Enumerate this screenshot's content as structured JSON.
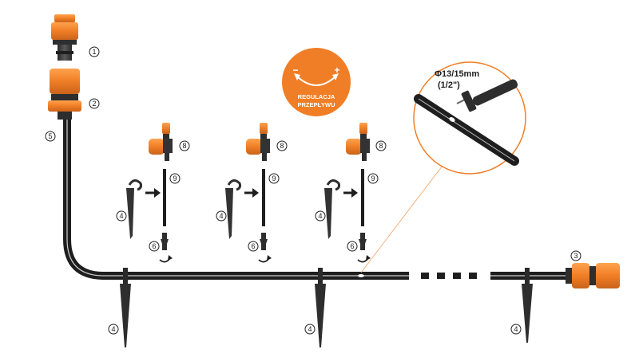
{
  "callout_numbers": {
    "n1": "1",
    "n2": "2",
    "n3": "3",
    "n4": "4",
    "n5": "5",
    "n6": "6",
    "n8": "8",
    "n9": "9"
  },
  "badge": {
    "minus": "−",
    "plus": "+",
    "line1": "REGULACJA",
    "line2": "PRZEPŁYWU"
  },
  "spec": {
    "diameter": "Φ13/15mm",
    "inch": "(1/2\")"
  },
  "colors": {
    "orange": "#f07e26",
    "dark": "#1e1e1e",
    "grey": "#3a3a3a"
  }
}
